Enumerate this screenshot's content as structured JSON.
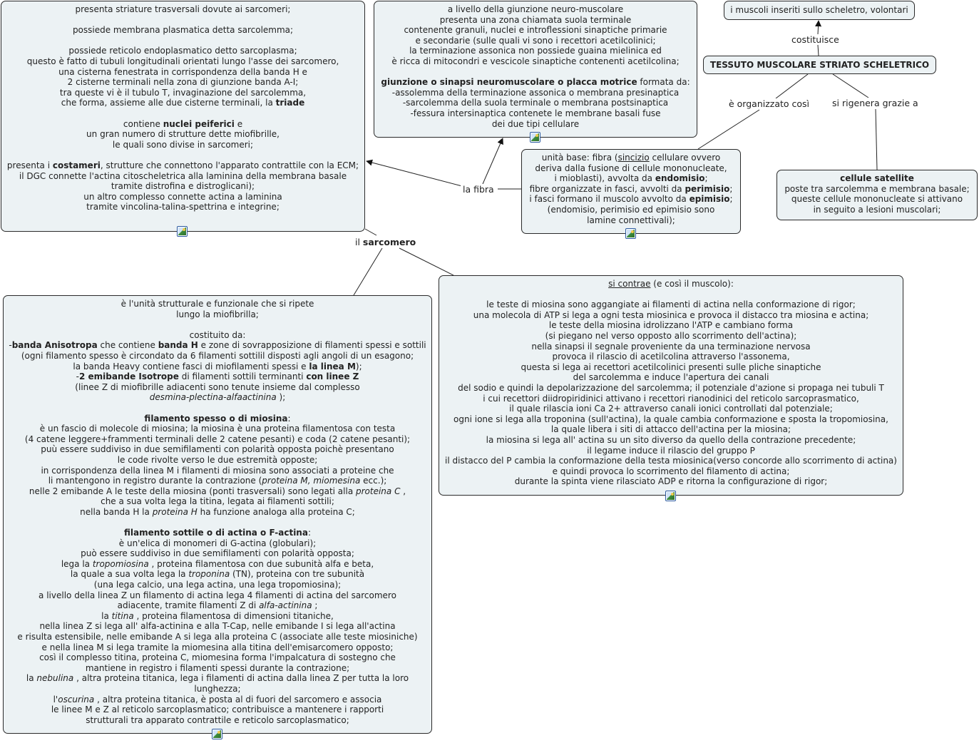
{
  "colors": {
    "node_fill": "#ecf2f4",
    "node_border": "#2a2a2a",
    "line": "#222222",
    "icon_border": "#2c5aa0"
  },
  "nodes": {
    "muscoli": {
      "lines": [
        "i muscoli inseriti sullo scheletro, volontari"
      ]
    },
    "tessuto": {
      "lines": [
        "TESSUTO MUSCOLARE STRIATO SCHELETRICO"
      ]
    },
    "satellite": {
      "title": "cellule satellite",
      "lines": [
        "poste tra sarcolemma e membrana basale;",
        "queste cellule mononucleate si attivano",
        "in seguito a lesioni muscolari;"
      ]
    },
    "fibra_base": {
      "l1_a": "unità base: fibra (",
      "l1_u": "sincizio",
      "l1_b": " cellulare ovvero",
      "l2": "deriva dalla fusione di cellule mononucleate,",
      "l3_a": "i mioblasti), avvolta da ",
      "l3_b": "endomisio",
      "l3_c": ";",
      "l4_a": "fibre organizzate in fasci, avvolti da ",
      "l4_b": "perimisio",
      "l4_c": ";",
      "l5_a": "i fasci formano il muscolo avvolto da ",
      "l5_b": "epimisio",
      "l5_c": ";",
      "l6": "(endomisio, perimisio ed epimisio sono",
      "l7": "lamine connettivali);"
    },
    "giunzione": {
      "lines": [
        "a livello della giunzione neuro-muscolare",
        "presenta una zona chiamata suola terminale",
        "contenente granuli, nuclei e introflessioni sinaptiche primarie",
        "e secondarie (sulle quali vi sono i recettori acetilcolinici;",
        "la terminazione assonica non possiede guaina mielinica ed",
        "è ricca di mitocondri e vescicole sinaptiche contenenti acetilcolina;"
      ],
      "bold_head": "giunzione o sinapsi neuromuscolare o placca motrice",
      "head_tail": " formata da:",
      "lines2": [
        "-assolemma della terminazione assonica o membrana presinaptica",
        "-sarcolemma della suola terminale o membrana postsinaptica",
        "-fessura intersinaptica contenete le membrane basali fuse",
        "dei due tipi cellulare"
      ]
    },
    "fibra_desc": {
      "l1": "presenta striature trasversali dovute ai sarcomeri;",
      "l2": "possiede membrana plasmatica detta sarcolemma;",
      "l3": "possiede reticolo endoplasmatico detto sarcoplasma;",
      "l4": "questo è fatto di tubuli longitudinali orientati lungo l'asse dei sarcomero,",
      "l5": "una cisterna fenestrata in corrispondenza della banda H e",
      "l6": "2 cisterne terminali nella zona di giunzione banda A-I;",
      "l7": "tra queste vi è il tubulo T, invaginazione del sarcolemma,",
      "l8_a": "che forma, assieme alle due cisterne terminali, la ",
      "l8_b": "triade",
      "l9_a": "contiene ",
      "l9_b": "nuclei peiferici",
      "l9_c": " e",
      "l10": "un gran numero di strutture dette miofibrille,",
      "l11": "le quali sono divise in sarcomeri;",
      "l12_a": "presenta i ",
      "l12_b": "costameri",
      "l12_c": ", strutture che connettono l'apparato contrattile con la ECM;",
      "l13": "il DGC connette l'actina citoscheletrica alla laminina della membrana basale",
      "l14": "tramite distrofina e distroglicani);",
      "l15": "un altro complesso connette actina a laminina",
      "l16": "tramite vincolina-talina-spettrina e integrine;"
    },
    "sarcomero_desc": {
      "l1": "è l'unità strutturale e funzionale che si ripete",
      "l2": "lungo la miofibrilla;",
      "l3": "costituito da:",
      "l4_a": "-",
      "l4_b": "banda Anisotropa",
      "l4_c": " che contiene ",
      "l4_d": "banda H",
      "l4_e": " e zone di sovrapposizione di filamenti spessi e sottili",
      "l5": "(ogni filamento spesso è circondato da 6 filamenti sottilil disposti agli angoli di un esagono;",
      "l6_a": "la banda Heavy contiene fasci di miofilamenti spessi e ",
      "l6_b": "la linea M",
      "l6_c": ");",
      "l7_a": "-",
      "l7_b": "2 emibande Isotrope",
      "l7_c": " di filamenti sottili terminanti ",
      "l7_d": "con linee Z",
      "l8": "(linee Z di miofibrille adiacenti sono tenute insieme dal complesso",
      "l9_i": "desmina-plectina-alfaactinina",
      "l9_b": " );",
      "h1": "filamento spesso o di miosina",
      "h1_tail": ":",
      "m1": "è un fascio di molecole di miosina; la miosina  è una proteina filamentosa con testa",
      "m2": "(4 catene leggere+frammenti terminali delle 2 catene pesanti) e coda (2 catene pesanti);",
      "m3": "puù essere suddiviso in due semifilamenti con polarità opposta poichè presentano",
      "m4": "le code rivolte verso le due estremità opposte;",
      "m5": "in corrispondenza della linea M i filamenti di miosina sono associati a proteine che",
      "m6_a": "li mantengono in registro durante la contrazione (",
      "m6_i": "proteina M, miomesina",
      "m6_b": "  ecc.);",
      "m7_a": "nelle 2 emibande A le teste della miosina (ponti trasversali) sono legati  alla ",
      "m7_i": "proteina C",
      "m7_b": " ,",
      "m8": "che a sua volta lega la titina, legata ai filamenti sottili;",
      "m9_a": "nella banda H la ",
      "m9_i": "proteina H",
      "m9_b": "  ha funzione analoga alla proteina C;",
      "h2": "filamento sottile o di actina o F-actina",
      "h2_tail": ":",
      "a1": "è un'elica di monomeri di G-actina (globulari);",
      "a2": "può essere suddiviso in due semifilamenti con polarità opposta;",
      "a3_a": "lega la ",
      "a3_i": "tropomiosina",
      "a3_b": " , proteina filamentosa con due subunità alfa e beta,",
      "a4_a": "la quale a sua volta lega la ",
      "a4_i": "troponina",
      "a4_b": "  (TN), proteina con tre subunità",
      "a5": "(una lega calcio, una lega actina, una lega tropomiosina);",
      "a6": "a livello della linea Z un filamento di actina lega 4 filamenti di actina del sarcomero",
      "a7_a": "adiacente, tramite filamenti Z di ",
      "a7_i": "alfa-actinina",
      "a7_b": " ;",
      "a8_a": "la ",
      "a8_i": "titina",
      "a8_b": " , proteina filamentosa di dimensioni titaniche,",
      "a9": "nella linea Z si lega all' alfa-actinina e alla T-Cap, nelle emibande I si lega all'actina",
      "a10": "e risulta estensibile, nelle emibande A si lega alla proteina C (associate alle teste miosiniche)",
      "a11": "e nella linea M si lega tramite la miomesina alla titina dell'emisarcomero opposto;",
      "a12": "così il complesso titina, proteina C, miomesina forma l'impalcatura di sostegno che",
      "a13": "mantiene in registro i filamenti spessi durante la contrazione;",
      "a14_a": "la ",
      "a14_i": "nebulina",
      "a14_b": " , altra proteina titanica, lega i filamenti di actina dalla linea Z per tutta la loro",
      "a15": "lunghezza;",
      "a16_a": "l'",
      "a16_i": "oscurina",
      "a16_b": " , altra proteina titanica, è posta al di fuori del sarcomero e associa",
      "a17": "le linee M e Z al reticolo sarcoplasmatico; contribuisce a mantenere i rapporti",
      "a18": "strutturali tra apparato contrattile e reticolo sarcoplasmatico;"
    },
    "contrae": {
      "title_u": "si contrae",
      "title_tail": " (e così il muscolo):",
      "lines": [
        "le teste di miosina sono aggangiate ai filamenti di actina nella conformazione di rigor;",
        "una molecola di ATP si lega a ogni testa miosinica e provoca il distacco tra miosina e actina;",
        "le teste della miosina idrolizzano l'ATP e cambiano forma",
        "(si piegano nel verso opposto allo scorrimento dell'actina);",
        "nella sinapsi il segnale proveniente da una terminazione nervosa",
        "provoca il rilascio di acetilcolina attraverso l'assonema,",
        "questa si lega ai recettori acetilcolinici presenti sulle pliche sinaptiche",
        "del sarcolemma e induce l'apertura dei canali",
        "del sodio e quindi la depolarizzazione del sarcolemma; il potenziale d'azione si propaga nei tubuli T",
        "i cui recettori diidropiridinici attivano i recettori rianodinici del reticolo sarcoprasmatico,",
        "il quale rilascia ioni Ca 2+ attraverso canali ionici controllati dal potenziale;",
        "ogni ione si lega alla troponina (sull'actina), la quale cambia conformazione e sposta la tropomiosina,",
        "la quale libera i siti di attacco dell'actina per la miosina;",
        "la miosina si lega all' actina su un sito diverso da quello della contrazione precedente;",
        "il legame induce il rilascio del gruppo P",
        "il distacco del P cambia la conformazione della testa miosinica(verso concorde allo scorrimento di actina)",
        "e quindi provoca lo scorrimento del filamento di actina;",
        "durante la spinta viene rilasciato ADP e ritorna la configurazione di rigor;"
      ]
    }
  },
  "link_labels": {
    "costituisce": "costituisce",
    "organizzato": "è organizzato così",
    "rigenera": "si rigenera grazie a",
    "fibra": "la fibra",
    "sarcomero_a": "il ",
    "sarcomero_b": "sarcomero"
  },
  "icons": {
    "attachment": "image-attachment-icon"
  }
}
